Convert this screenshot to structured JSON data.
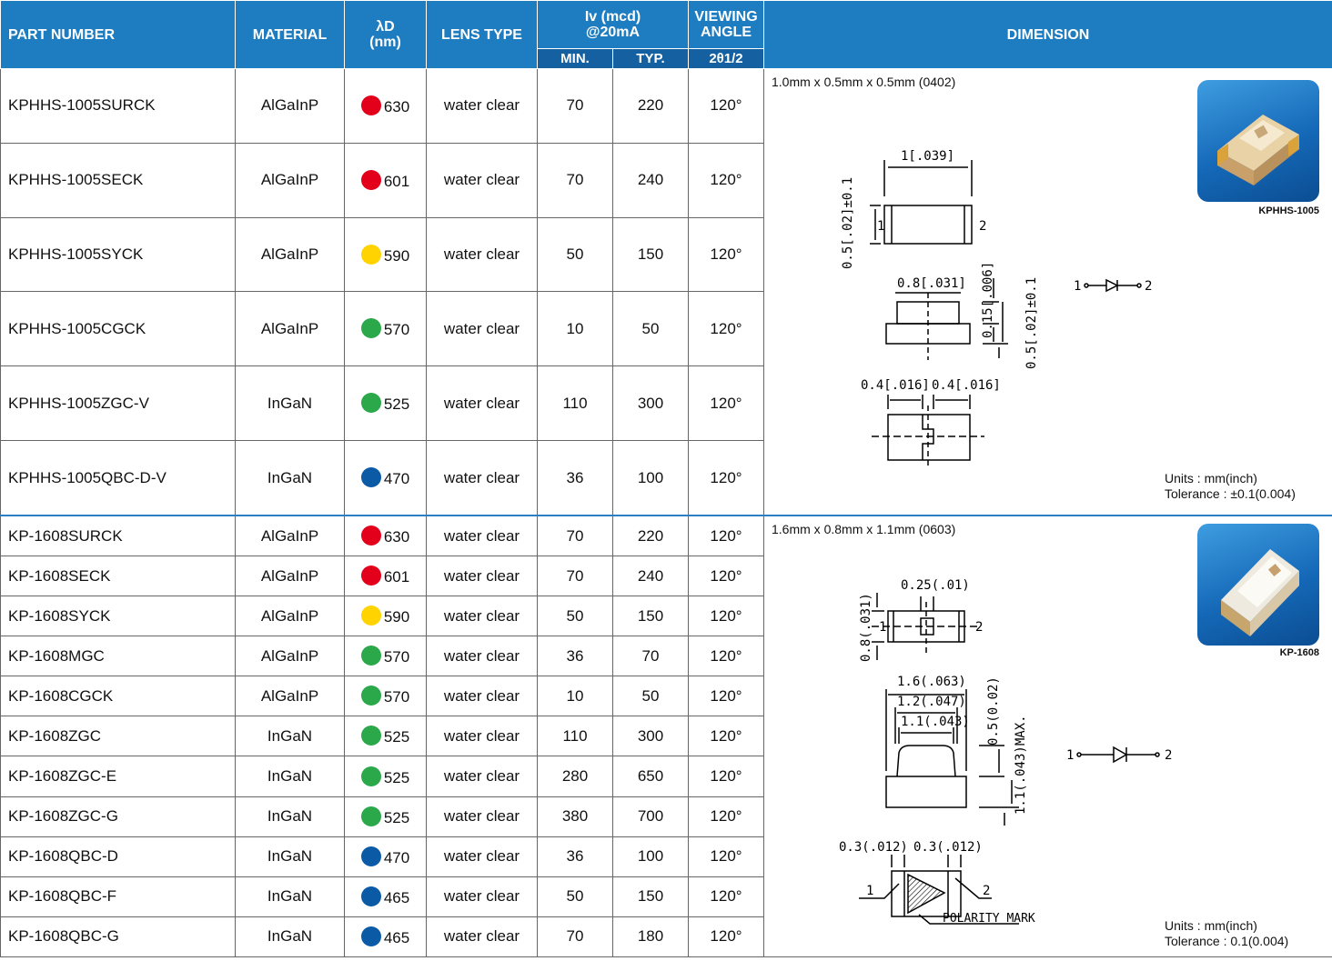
{
  "headers": {
    "part_number": "PART NUMBER",
    "material": "MATERIAL",
    "lambda_d": "λD",
    "lambda_unit": "(nm)",
    "lens_type": "LENS TYPE",
    "iv": "Iv (mcd)",
    "iv_cond": "@20mA",
    "iv_min": "MIN.",
    "iv_typ": "TYP.",
    "viewing": "VIEWING",
    "angle": "ANGLE",
    "angle_sub": "2θ1/2",
    "dimension": "DIMENSION"
  },
  "colors": {
    "red": "#e3001b",
    "yellow": "#ffd300",
    "green": "#2aa84a",
    "blue": "#0a5aa5",
    "header": "#1e7cc0",
    "subheader": "#1460a0"
  },
  "group1": {
    "rows": [
      {
        "part": "KPHHS-1005SURCK",
        "material": "AlGaInP",
        "color": "red",
        "nm": "630",
        "lens": "water clear",
        "min": "70",
        "typ": "220",
        "angle": "120°"
      },
      {
        "part": "KPHHS-1005SECK",
        "material": "AlGaInP",
        "color": "red",
        "nm": "601",
        "lens": "water clear",
        "min": "70",
        "typ": "240",
        "angle": "120°"
      },
      {
        "part": "KPHHS-1005SYCK",
        "material": "AlGaInP",
        "color": "yellow",
        "nm": "590",
        "lens": "water clear",
        "min": "50",
        "typ": "150",
        "angle": "120°"
      },
      {
        "part": "KPHHS-1005CGCK",
        "material": "AlGaInP",
        "color": "green",
        "nm": "570",
        "lens": "water clear",
        "min": "10",
        "typ": "50",
        "angle": "120°"
      },
      {
        "part": "KPHHS-1005ZGC-V",
        "material": "InGaN",
        "color": "green",
        "nm": "525",
        "lens": "water clear",
        "min": "110",
        "typ": "300",
        "angle": "120°"
      },
      {
        "part": "KPHHS-1005QBC-D-V",
        "material": "InGaN",
        "color": "blue",
        "nm": "470",
        "lens": "water clear",
        "min": "36",
        "typ": "100",
        "angle": "120°"
      }
    ],
    "dimension": {
      "title": "1.0mm x 0.5mm x 0.5mm (0402)",
      "image_caption": "KPHHS-1005",
      "units": "Units : mm(inch)",
      "tolerance": "Tolerance : ±0.1(0.004)",
      "labels": {
        "width": "1[.039]",
        "height": "0.5[.02]±0.1",
        "pad1": "1",
        "pad2": "2",
        "body_w": "0.8[.031]",
        "lens_h": "0.15[.006]",
        "total_h": "0.5[.02]±0.1",
        "pad_l": "0.4[.016]",
        "pad_r": "0.4[.016]",
        "sym_1": "1",
        "sym_2": "2"
      }
    }
  },
  "group2": {
    "rows": [
      {
        "part": "KP-1608SURCK",
        "material": "AlGaInP",
        "color": "red",
        "nm": "630",
        "lens": "water clear",
        "min": "70",
        "typ": "220",
        "angle": "120°"
      },
      {
        "part": "KP-1608SECK",
        "material": "AlGaInP",
        "color": "red",
        "nm": "601",
        "lens": "water clear",
        "min": "70",
        "typ": "240",
        "angle": "120°"
      },
      {
        "part": "KP-1608SYCK",
        "material": "AlGaInP",
        "color": "yellow",
        "nm": "590",
        "lens": "water clear",
        "min": "50",
        "typ": "150",
        "angle": "120°"
      },
      {
        "part": "KP-1608MGC",
        "material": "AlGaInP",
        "color": "green",
        "nm": "570",
        "lens": "water clear",
        "min": "36",
        "typ": "70",
        "angle": "120°"
      },
      {
        "part": "KP-1608CGCK",
        "material": "AlGaInP",
        "color": "green",
        "nm": "570",
        "lens": "water clear",
        "min": "10",
        "typ": "50",
        "angle": "120°"
      },
      {
        "part": "KP-1608ZGC",
        "material": "InGaN",
        "color": "green",
        "nm": "525",
        "lens": "water clear",
        "min": "110",
        "typ": "300",
        "angle": "120°"
      },
      {
        "part": "KP-1608ZGC-E",
        "material": "InGaN",
        "color": "green",
        "nm": "525",
        "lens": "water clear",
        "min": "280",
        "typ": "650",
        "angle": "120°"
      },
      {
        "part": "KP-1608ZGC-G",
        "material": "InGaN",
        "color": "green",
        "nm": "525",
        "lens": "water clear",
        "min": "380",
        "typ": "700",
        "angle": "120°"
      },
      {
        "part": "KP-1608QBC-D",
        "material": "InGaN",
        "color": "blue",
        "nm": "470",
        "lens": "water clear",
        "min": "36",
        "typ": "100",
        "angle": "120°"
      },
      {
        "part": "KP-1608QBC-F",
        "material": "InGaN",
        "color": "blue",
        "nm": "465",
        "lens": "water clear",
        "min": "50",
        "typ": "150",
        "angle": "120°"
      },
      {
        "part": "KP-1608QBC-G",
        "material": "InGaN",
        "color": "blue",
        "nm": "465",
        "lens": "water clear",
        "min": "70",
        "typ": "180",
        "angle": "120°"
      }
    ],
    "dimension": {
      "title": "1.6mm x 0.8mm x 1.1mm (0603)",
      "image_caption": "KP-1608",
      "units": "Units : mm(inch)",
      "tolerance": "Tolerance : 0.1(0.004)",
      "labels": {
        "pad_w": "0.25(.01)",
        "height": "0.8(.031)",
        "pad1": "1",
        "pad2": "2",
        "len1": "1.6(.063)",
        "len2": "1.2(.047)",
        "len3": "1.1(.043)",
        "lens_h": "0.5(0.02)",
        "total_h": "1.1(.043)MAX.",
        "pad_l": "0.3(.012)",
        "pad_r": "0.3(.012)",
        "bot1": "1",
        "bot2": "2",
        "polarity": "POLARITY  MARK",
        "sym_1": "1",
        "sym_2": "2"
      }
    }
  }
}
